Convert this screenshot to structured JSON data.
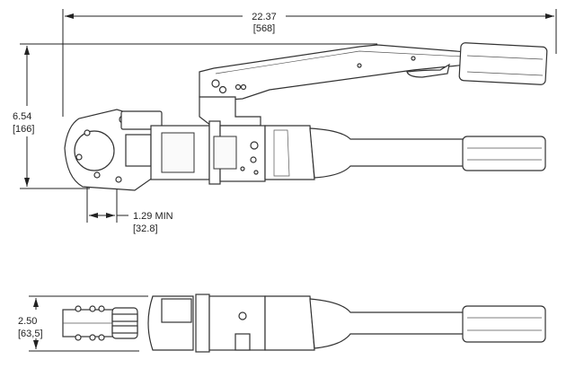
{
  "dimensions": {
    "overall_length": {
      "inches": "22.37",
      "mm": "[568]"
    },
    "overall_height": {
      "inches": "6.54",
      "mm": "[166]"
    },
    "min_opening": {
      "inches": "1.29 MIN",
      "mm": "[32.8]"
    },
    "width": {
      "inches": "2.50",
      "mm": "[63,5]"
    }
  }
}
